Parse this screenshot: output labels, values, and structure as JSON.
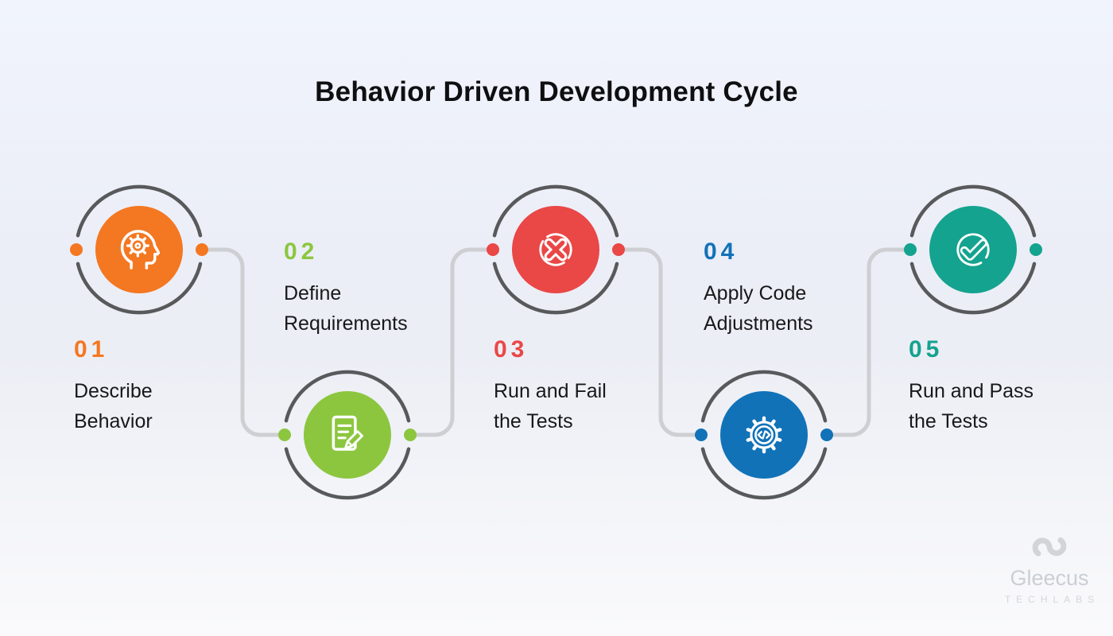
{
  "title": "Behavior Driven Development Cycle",
  "steps": [
    {
      "number": "01",
      "label": "Describe Behavior",
      "color": "#f47721",
      "icon": "head-gear-icon"
    },
    {
      "number": "02",
      "label": "Define Requirements",
      "color": "#8cc63f",
      "icon": "document-pencil-icon"
    },
    {
      "number": "03",
      "label": "Run and Fail the Tests",
      "color": "#ea4747",
      "icon": "cross-circle-icon"
    },
    {
      "number": "04",
      "label": "Apply Code Adjustments",
      "color": "#1272b8",
      "icon": "gear-code-icon"
    },
    {
      "number": "05",
      "label": "Run and Pass the Tests",
      "color": "#14a38f",
      "icon": "check-circle-icon"
    }
  ],
  "logo": {
    "name": "Gleecus",
    "subtitle": "TECHLABS"
  },
  "colors": {
    "orange": "#f47721",
    "green": "#8cc63f",
    "red": "#ea4747",
    "blue": "#1272b8",
    "teal": "#14a38f",
    "ring_gray": "#58595b",
    "connector_gray": "#cdcfd2",
    "text_dark": "#18181b",
    "background_top": "#f1f4fc",
    "background_bottom": "#fafafc",
    "logo_gray": "#cbced4"
  }
}
